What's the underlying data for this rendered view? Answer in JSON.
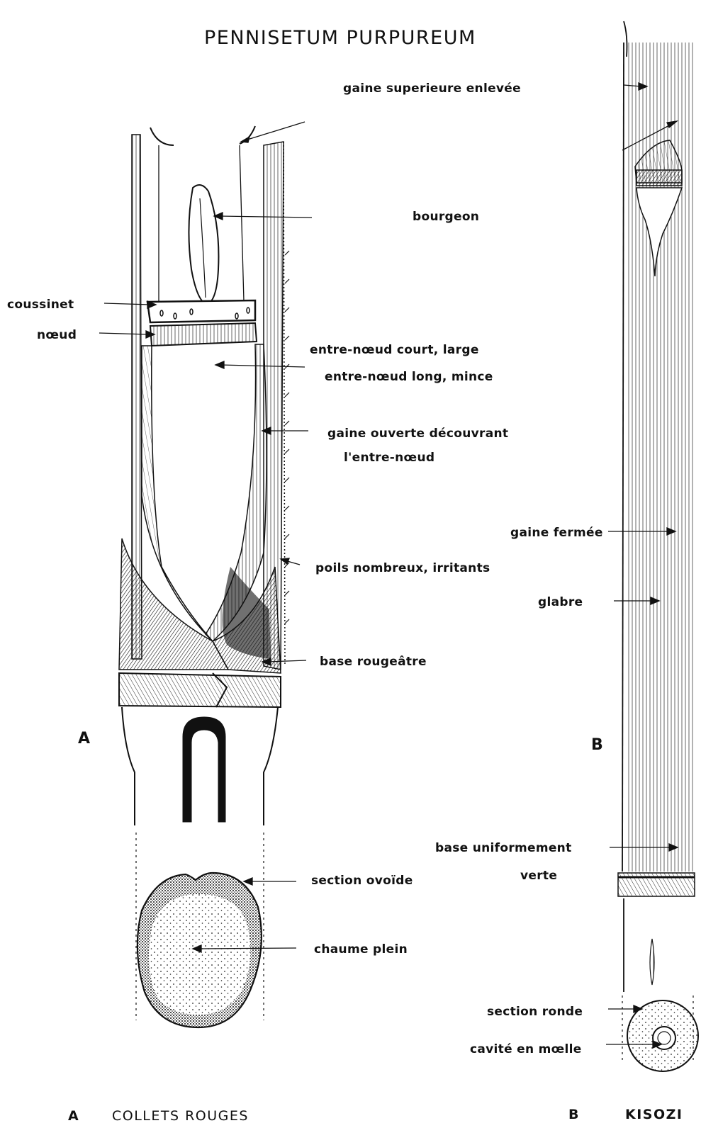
{
  "title": "PENNISETUM    PURPUREUM",
  "labels": {
    "gaine_superieure": "gaine  superieure  enlevée",
    "bourgeon": "bourgeon",
    "coussinet": "coussinet",
    "noeud": "nœud",
    "entre_court": "entre-nœud  court, large",
    "entre_long": "entre-nœud long, mince",
    "gaine_ouverte_1": "gaine ouverte  découvrant",
    "gaine_ouverte_2": "l'entre-nœud",
    "poils": "poils  nombreux, irritants",
    "base_rouge": "base  rougeâtre",
    "section_ovoide": "section  ovoïde",
    "chaume_plein": "chaume  plein",
    "gaine_fermee": "gaine  fermée",
    "glabre": "glabre",
    "base_uniforme_1": "base  uniformement",
    "base_uniforme_2": "verte",
    "section_ronde": "section  ronde",
    "cavite": "cavité  en  mœlle"
  },
  "markers": {
    "a": "A",
    "b": "B"
  },
  "captions": {
    "a_letter": "A",
    "a_text": "COLLETS  ROUGES",
    "b_letter": "B",
    "b_text": "KISOZI"
  }
}
